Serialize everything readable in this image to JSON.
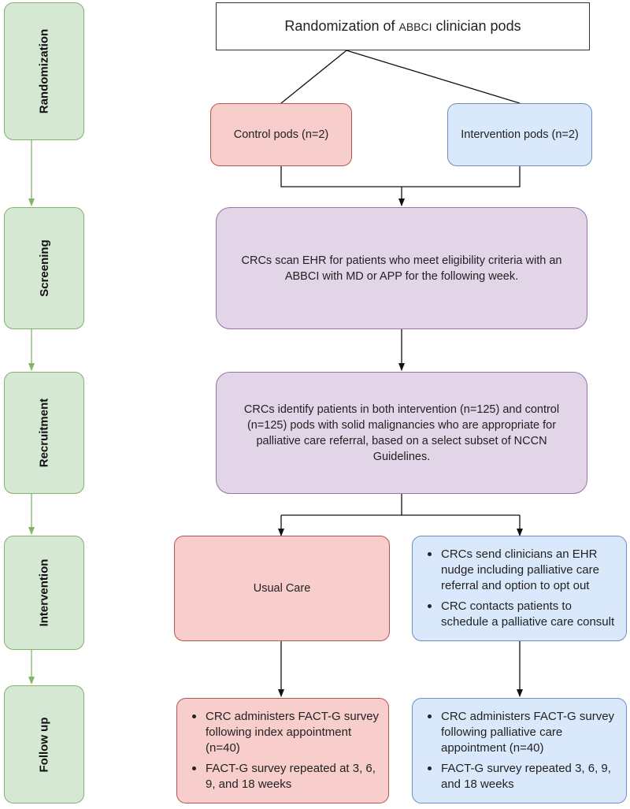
{
  "stages": [
    "Randomization",
    "Screening",
    "Recruitment",
    "Intervention",
    "Follow up"
  ],
  "randomization": {
    "title_prefix": "Randomization of ",
    "title_acronym": "ABBCI",
    "title_suffix": " clinician pods",
    "control": "Control pods (n=2)",
    "intervention": "Intervention pods (n=2)"
  },
  "screening": {
    "text": "CRCs scan EHR for patients who meet eligibility criteria with an ABBCI with MD or APP for the following week."
  },
  "recruitment": {
    "text": "CRCs identify patients in both intervention (n=125) and control (n=125) pods with solid malignancies who are appropriate for palliative care referral, based on a select subset of NCCN Guidelines."
  },
  "intervention": {
    "usual_care": "Usual Care",
    "bullets": [
      "CRCs send clinicians an EHR nudge including palliative care referral and option to opt out",
      "CRC contacts patients to schedule a palliative care consult"
    ]
  },
  "followup": {
    "control_bullets": [
      "CRC administers FACT-G survey following index appointment (n=40)",
      "FACT-G survey repeated at 3, 6, 9, and 18 weeks"
    ],
    "intervention_bullets": [
      "CRC administers FACT-G survey following palliative care appointment (n=40)",
      "FACT-G survey repeated 3, 6, 9, and 18 weeks"
    ]
  }
}
